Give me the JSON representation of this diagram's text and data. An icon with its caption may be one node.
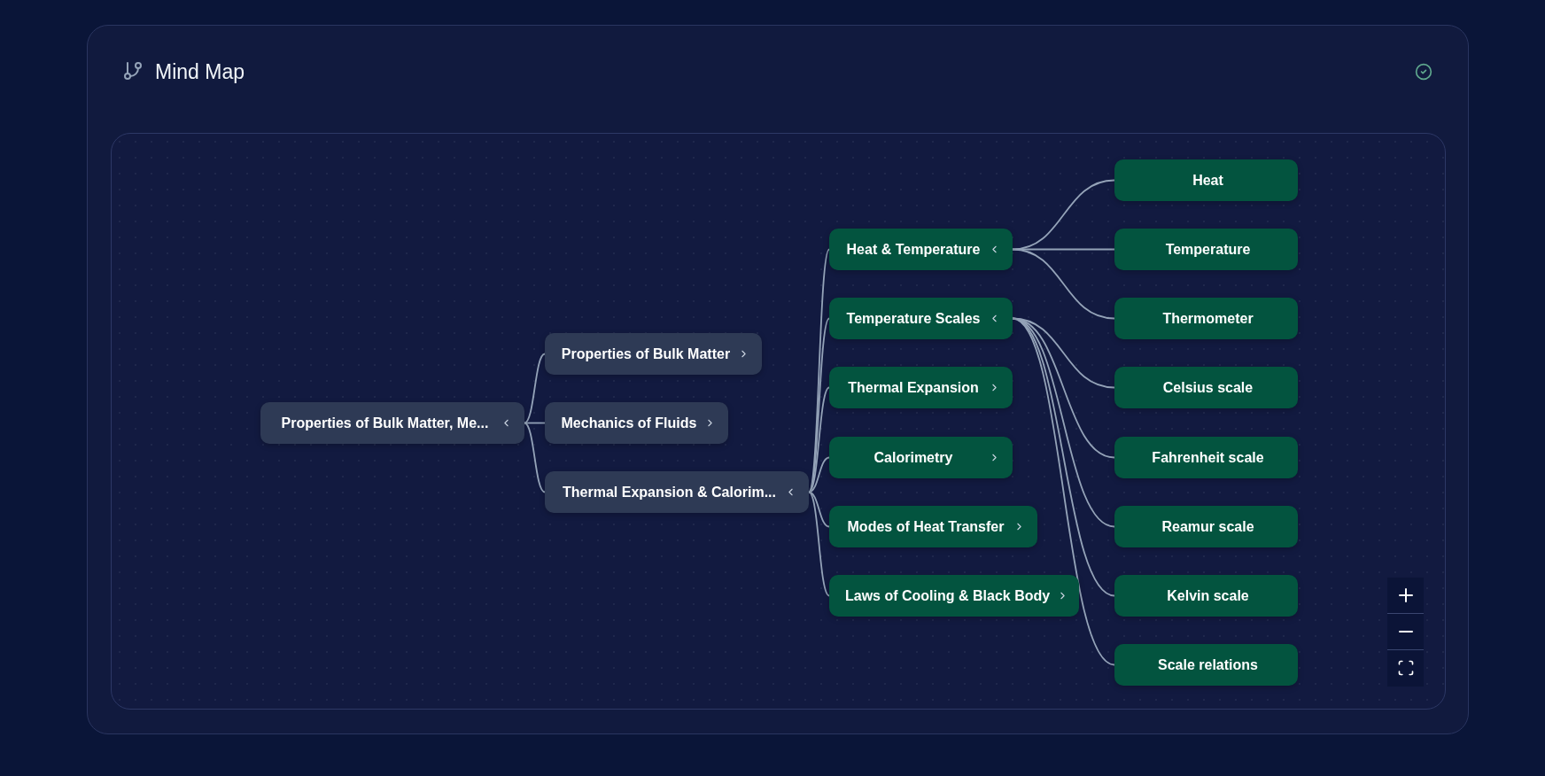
{
  "diagram": {
    "title": "Mind Map",
    "nodes": [
      {
        "text": [
          "Properties of Bulk Matter, Me..."
        ]
      },
      {
        "text": [
          "Properties of Bulk Matter"
        ]
      },
      {
        "text": [
          "Mechanics of Fluids"
        ]
      },
      {
        "text": [
          "Thermal Expansion & Calorim..."
        ]
      },
      {
        "text": [
          "Heat & Temperature"
        ]
      },
      {
        "text": [
          "Temperature Scales"
        ]
      },
      {
        "text": [
          "Thermal Expansion"
        ]
      },
      {
        "text": [
          "Calorimetry"
        ]
      },
      {
        "text": [
          "Modes of Heat Transfer"
        ]
      },
      {
        "text": [
          "Laws of Cooling & Black Body"
        ]
      },
      {
        "text": [
          "Heat"
        ]
      },
      {
        "text": [
          "Temperature"
        ]
      },
      {
        "text": [
          "Thermometer"
        ]
      },
      {
        "text": [
          "Celsius scale"
        ]
      },
      {
        "text": [
          "Fahrenheit scale"
        ]
      },
      {
        "text": [
          "Reamur scale"
        ]
      },
      {
        "text": [
          "Kelvin scale"
        ]
      },
      {
        "text": [
          "Scale relations"
        ]
      }
    ],
    "edges": [
      {
        "from": 0,
        "to": 1,
        "arrow": "none"
      },
      {
        "from": 0,
        "to": 2,
        "arrow": "none"
      },
      {
        "from": 0,
        "to": 3,
        "arrow": "none"
      },
      {
        "from": 3,
        "to": 4,
        "arrow": "none"
      },
      {
        "from": 3,
        "to": 5,
        "arrow": "none"
      },
      {
        "from": 3,
        "to": 6,
        "arrow": "none"
      },
      {
        "from": 3,
        "to": 7,
        "arrow": "none"
      },
      {
        "from": 3,
        "to": 8,
        "arrow": "none"
      },
      {
        "from": 3,
        "to": 9,
        "arrow": "none"
      },
      {
        "from": 4,
        "to": 10,
        "arrow": "none"
      },
      {
        "from": 4,
        "to": 11,
        "arrow": "none"
      },
      {
        "from": 4,
        "to": 12,
        "arrow": "none"
      },
      {
        "from": 5,
        "to": 13,
        "arrow": "none"
      },
      {
        "from": 5,
        "to": 14,
        "arrow": "none"
      },
      {
        "from": 5,
        "to": 15,
        "arrow": "none"
      },
      {
        "from": 5,
        "to": 16,
        "arrow": "none"
      },
      {
        "from": 5,
        "to": 17,
        "arrow": "none"
      }
    ]
  }
}
